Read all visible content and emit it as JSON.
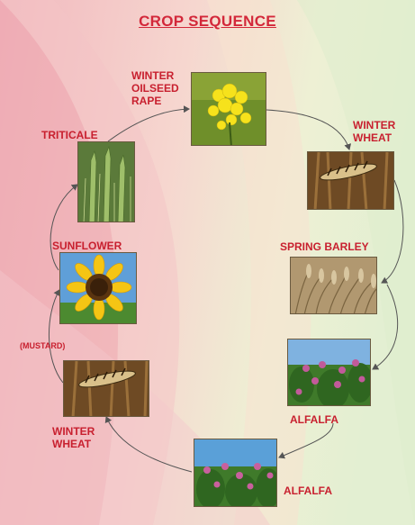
{
  "title": "CROP SEQUENCE",
  "crops": {
    "winter_oilseed_rape": "WINTER OILSEED RAPE",
    "winter_wheat_right": "WINTER WHEAT",
    "spring_barley": "SPRING BARLEY",
    "alfalfa_right": "ALFALFA",
    "alfalfa_bottom": "ALFALFA",
    "winter_wheat_left": "WINTER WHEAT",
    "mustard": "(MUSTARD)",
    "sunflower": "SUNFLOWER",
    "triticale": "TRITICALE"
  },
  "colors": {
    "label_red": "#c8202f",
    "title_red": "#d3283a",
    "arrow": "#555555"
  }
}
